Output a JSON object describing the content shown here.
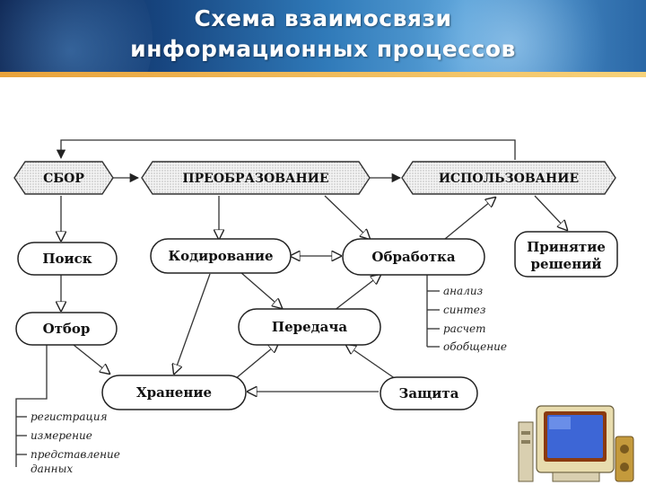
{
  "slide": {
    "title_line_1": "Схема взаимосвязи",
    "title_line_2": "информационных процессов"
  },
  "diagram": {
    "stages": {
      "collect": "СБОР",
      "transform": "ПРЕОБРАЗОВАНИЕ",
      "use": "ИСПОЛЬЗОВАНИЕ"
    },
    "nodes": {
      "search": "Поиск",
      "selection": "Отбор",
      "encoding": "Кодирование",
      "processing": "Обработка",
      "decision_line_1": "Принятие",
      "decision_line_2": "решений",
      "transfer": "Передача",
      "storage": "Хранение",
      "protection": "Защита"
    },
    "processing_notes": [
      "анализ",
      "синтез",
      "расчет",
      "обобщение"
    ],
    "selection_notes": [
      "регистрация",
      "измерение",
      "представление",
      "данных"
    ]
  },
  "decoration": {
    "computer_icon": "computer-icon"
  }
}
